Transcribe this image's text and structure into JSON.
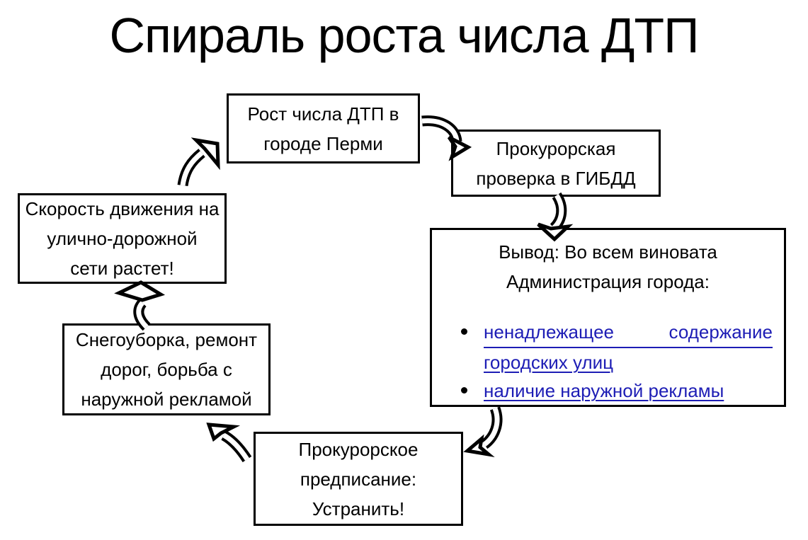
{
  "title": "Спираль роста числа ДТП",
  "colors": {
    "background": "#ffffff",
    "text": "#000000",
    "box_border": "#000000",
    "link": "#1d1db5"
  },
  "nodes": {
    "growth": {
      "lines": [
        "Рост числа ДТП в",
        "городе Перми"
      ]
    },
    "check": {
      "lines": [
        "Прокурорская",
        "проверка в ГИБДД"
      ]
    },
    "conclusion": {
      "heading": [
        "Вывод: Во всем виновата",
        "Администрация города:"
      ],
      "bullets": [
        {
          "line1_left": "ненадлежащее",
          "line1_right": "содержание",
          "line2": "городских улиц"
        },
        {
          "text": "наличие наружной рекламы"
        }
      ]
    },
    "order": {
      "lines": [
        "Прокурорское",
        "предписание:",
        "Устранить!"
      ]
    },
    "snow": {
      "lines": [
        "Снегоуборка, ремонт",
        "дорог, борьба с",
        "наружной рекламой"
      ]
    },
    "speed": {
      "lines": [
        "Скорость движения на",
        "улично-дорожной",
        "сети растет!"
      ]
    }
  },
  "arrows": [
    "arrow-growth-to-check",
    "arrow-check-to-conclusion",
    "arrow-conclusion-to-order",
    "arrow-order-to-snow",
    "arrow-snow-to-speed",
    "arrow-speed-to-growth"
  ]
}
